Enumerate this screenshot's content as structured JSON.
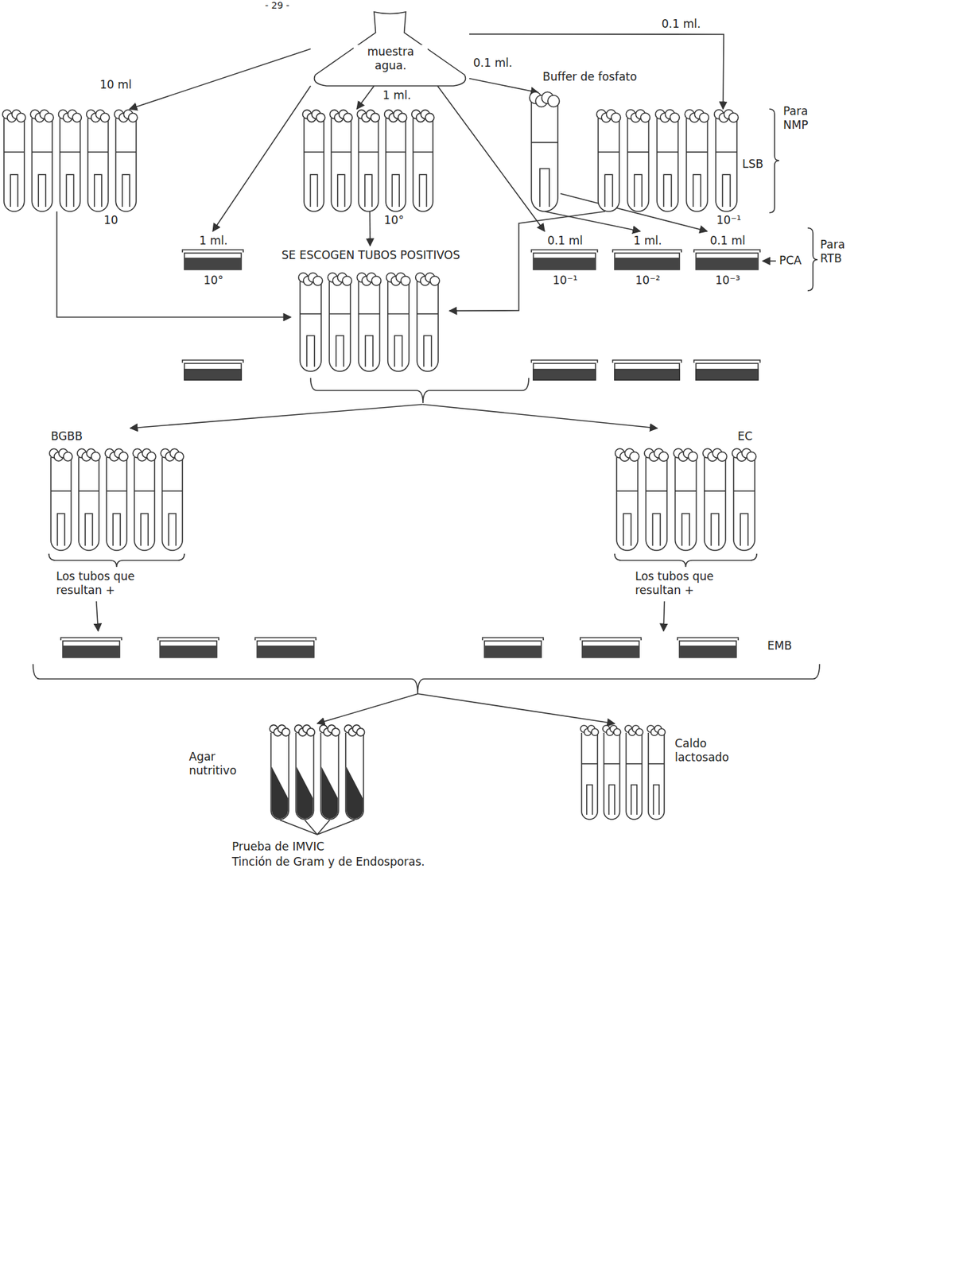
{
  "diagram": {
    "nodes": [
      {
        "text": [
          "muestra agua."
        ]
      },
      {
        "text": [
          "10"
        ]
      },
      {
        "text": [
          "10°"
        ]
      },
      {
        "text": [
          "Buffer de fosfato"
        ]
      },
      {
        "text": [
          "10⁻¹"
        ]
      },
      {
        "text": [
          "1 ml.",
          "10°"
        ]
      },
      {
        "text": [
          "0.1 ml",
          "10⁻¹"
        ]
      },
      {
        "text": [
          "1 ml.",
          "10⁻²"
        ]
      },
      {
        "text": [
          "0.1 ml",
          "10⁻³"
        ]
      },
      {
        "text": [
          "SE ESCOGEN TUBOS POSITIVOS"
        ]
      },
      {
        "text": [
          "BGBB",
          "Los tubos que resultan +"
        ]
      },
      {
        "text": [
          "EC",
          "Los tubos que resultan +"
        ]
      },
      {
        "text": [
          "EMB"
        ]
      },
      {
        "text": [
          "Agar nutritivo",
          "Prueba de IMVIC",
          "Tinción de Gram y de Endosporas."
        ]
      },
      {
        "text": [
          "Caldo lactosado"
        ]
      }
    ],
    "edges": [
      {
        "from": 0,
        "to": 1,
        "label": "10 ml",
        "arrow": "to"
      },
      {
        "from": 0,
        "to": 2,
        "label": "1 ml.",
        "arrow": "to"
      },
      {
        "from": 0,
        "to": 3,
        "label": "0.1 ml.",
        "arrow": "to"
      },
      {
        "from": 0,
        "to": 4,
        "label": "0.1 ml.",
        "arrow": "to"
      },
      {
        "from": 0,
        "to": 5,
        "arrow": "to"
      },
      {
        "from": 0,
        "to": 6,
        "arrow": "to"
      },
      {
        "from": 3,
        "to": 7,
        "arrow": "to"
      },
      {
        "from": 3,
        "to": 8,
        "arrow": "to"
      },
      {
        "from": 1,
        "to": 9,
        "arrow": "to"
      },
      {
        "from": 2,
        "to": 9,
        "arrow": "to"
      },
      {
        "from": 4,
        "to": 9,
        "arrow": "to"
      },
      {
        "from": 9,
        "to": 10,
        "arrow": "to"
      },
      {
        "from": 9,
        "to": 11,
        "arrow": "to"
      },
      {
        "from": 10,
        "to": 12,
        "arrow": "to"
      },
      {
        "from": 11,
        "to": 12,
        "arrow": "to"
      },
      {
        "from": 12,
        "to": 13,
        "arrow": "to"
      },
      {
        "from": 12,
        "to": 14,
        "arrow": "to"
      }
    ],
    "labels": [
      "- 29 -",
      "LSB",
      "Para NMP",
      "PCA",
      "Para RTB"
    ]
  }
}
